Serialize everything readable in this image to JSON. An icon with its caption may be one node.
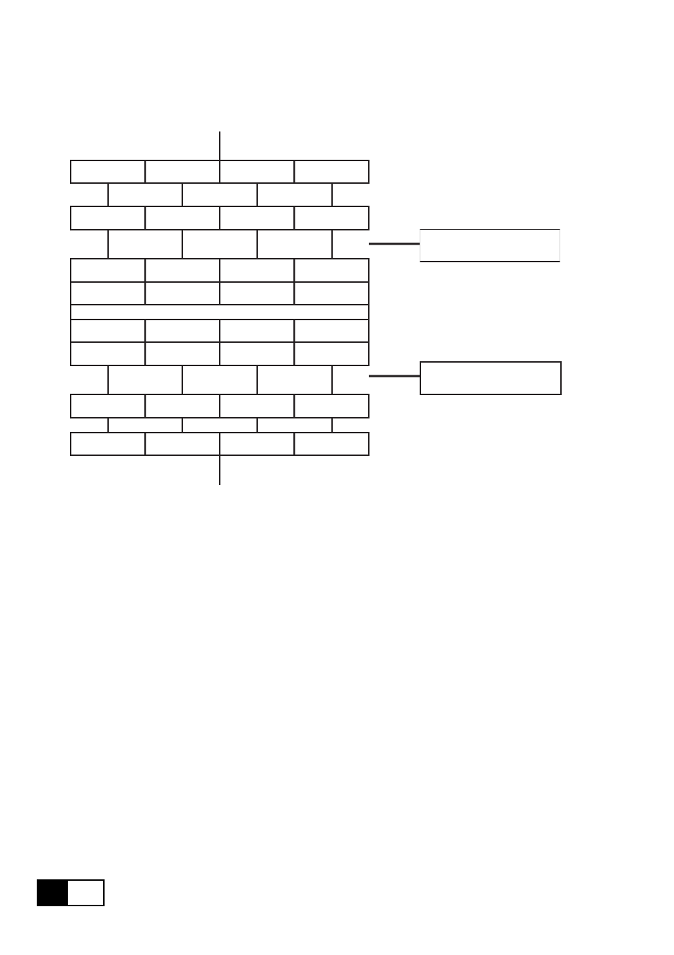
{
  "diagram": {
    "nodes": [
      {
        "text": [],
        "shape": "bar"
      },
      {
        "text": [],
        "shape": "box"
      },
      {
        "text": [],
        "shape": "bar"
      },
      {
        "text": [],
        "shape": "box"
      }
    ],
    "edges": [
      {
        "from": 1,
        "to": 0,
        "arrow": "none"
      },
      {
        "from": 3,
        "to": 2,
        "arrow": "none"
      }
    ]
  }
}
